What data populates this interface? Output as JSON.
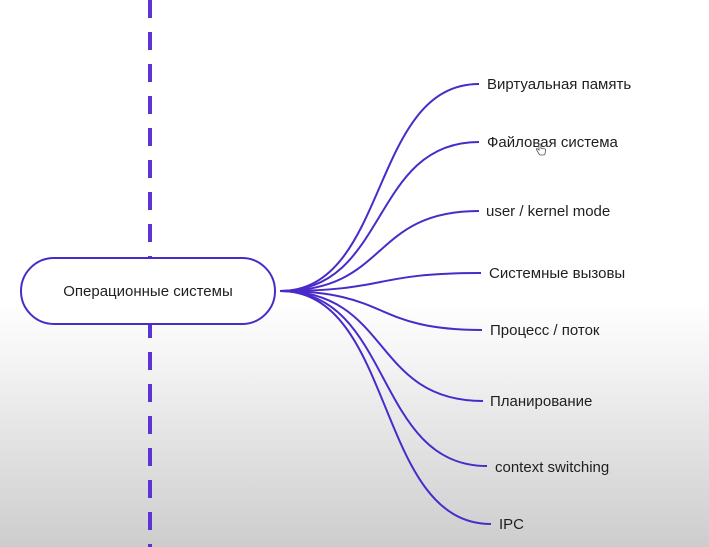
{
  "diagram": {
    "type": "mind-map",
    "root": {
      "label": "Операционные системы"
    },
    "branches": [
      {
        "label": "Виртуальная память"
      },
      {
        "label": "Файловая система"
      },
      {
        "label": "user / kernel mode"
      },
      {
        "label": "Системные вызовы"
      },
      {
        "label": "Процесс / поток"
      },
      {
        "label": "Планирование"
      },
      {
        "label": "context switching"
      },
      {
        "label": "IPC"
      }
    ],
    "colors": {
      "line": "#4a2bc9",
      "divider": "#5b34d6",
      "text": "#1f1f1f"
    },
    "cursor_icon": "pointer-hand-icon"
  }
}
